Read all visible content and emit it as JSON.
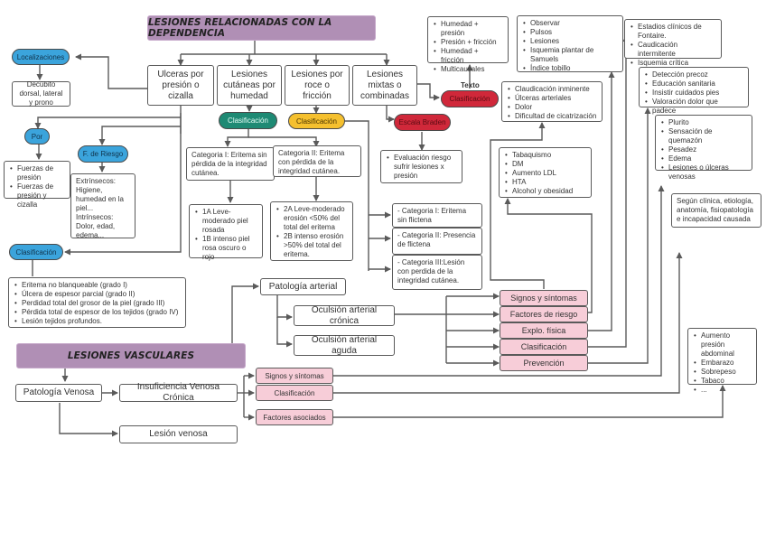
{
  "titles": {
    "dependencia": "LESIONES RELACIONADAS CON LA DEPENDENCIA",
    "vasculares": "LESIONES VASCULARES"
  },
  "dependencia": {
    "categories": [
      "Ulceras por presión o cizalla",
      "Lesiones cutáneas por humedad",
      "Lesiones por roce o fricción",
      "Lesiones mixtas o combinadas"
    ],
    "localizaciones": {
      "label": "Localizaciones",
      "text": "Decúbito dorsal, lateral y prono"
    },
    "por": {
      "label": "Por",
      "items": [
        "Fuerzas de presión",
        "Fuerzas de presión y cizalla"
      ]
    },
    "riesgo": {
      "label": "F. de Riesgo",
      "lines": [
        "Extrínsecos:",
        "Higiene, humedad en la piel...",
        "Intrínsecos:",
        "Dolor, edad, edema..."
      ]
    },
    "clasificacion_upp": {
      "label": "Clasificación",
      "items": [
        "Eritema no blanqueable (grado I)",
        "Úlcera de espesor parcial (grado II)",
        "Perdidad total del grosor de la piel (grado III)",
        "Pérdida total de espesor de los tejidos (grado IV)",
        "Lesión tejidos profundos."
      ]
    },
    "humedad": {
      "label": "Clasificación",
      "cat1": "Categoria I: Eritema sin pérdida de la integridad cutánea.",
      "cat2": "Categoria II: Eritema con pérdida de la integridad cutánea.",
      "cat1_items": [
        "1A Leve-moderado piel rosada",
        "1B intenso piel rosa oscuro o rojo"
      ],
      "cat2_items": [
        "2A Leve-moderado erosión <50% del total del eritema",
        "2B intenso erosión >50% del total del eritema."
      ]
    },
    "friccion": {
      "label": "Clasificación",
      "items": [
        "- Categoria I: Eritema sin flictena",
        "- Categoria II: Presencia de flictena",
        "- Categoria III:Lesión con perdida de la integridad cutánea."
      ]
    },
    "mixtas": {
      "braden_label": "Escala Braden",
      "braden_items": [
        "Evaluación riesgo sufrir lesiones x presión"
      ],
      "clasificacion_label": "Clasificación",
      "texto_label": "Texto",
      "clasificacion_items": [
        "Humedad + presión",
        "Presión + fricción",
        "Humedad + fricción",
        "Multicausales"
      ]
    }
  },
  "vasculares": {
    "arterial": {
      "label": "Patología arterial",
      "cronica": "Oculsión arterial crónica",
      "aguda": "Oculsión arterial aguda",
      "aspects": [
        "Signos y síntomas",
        "Factores de riesgo",
        "Explo. física",
        "Clasificación",
        "Prevención"
      ],
      "signos": [
        "Claudicación inminente",
        "Úlceras arteriales",
        "Dolor",
        "Dificultad de cicatrización"
      ],
      "factores": [
        "Tabaquismo",
        "DM",
        "Aumento LDL",
        "HTA",
        "Alcohol y obesidad"
      ],
      "exploracion": [
        "Observar",
        "Pulsos",
        "Lesiones",
        "Isquemia plantar de Samuels",
        "Índice tobillo"
      ],
      "clasificacion": [
        "Estadios clínicos de Fontaire.",
        "Caudicación intermitente",
        "Isquemia crítica"
      ],
      "prevencion": [
        "Detección precoz",
        "Educación sanitaria",
        "Insistir cuidados pies",
        "Valoración dolor que padece"
      ]
    },
    "venosa": {
      "label": "Patología Venosa",
      "ivc": "Insuficiencia Venosa Crónica",
      "lesion": "Lesión venosa",
      "aspects": [
        "Signos y síntomas",
        "Clasificación",
        "Factores asociados"
      ],
      "signos": [
        "Plurito",
        "Sensación de quemazón",
        "Pesadez",
        "Edema",
        "Lesiones o úlceras venosas"
      ],
      "clasificacion": "Según clínica, etiología, anatomía, fisiopatología e incapacidad causada",
      "factores": [
        "Aumento presión abdominal",
        "Embarazo",
        "Sobrepeso",
        "Tabaco",
        "..."
      ]
    }
  }
}
